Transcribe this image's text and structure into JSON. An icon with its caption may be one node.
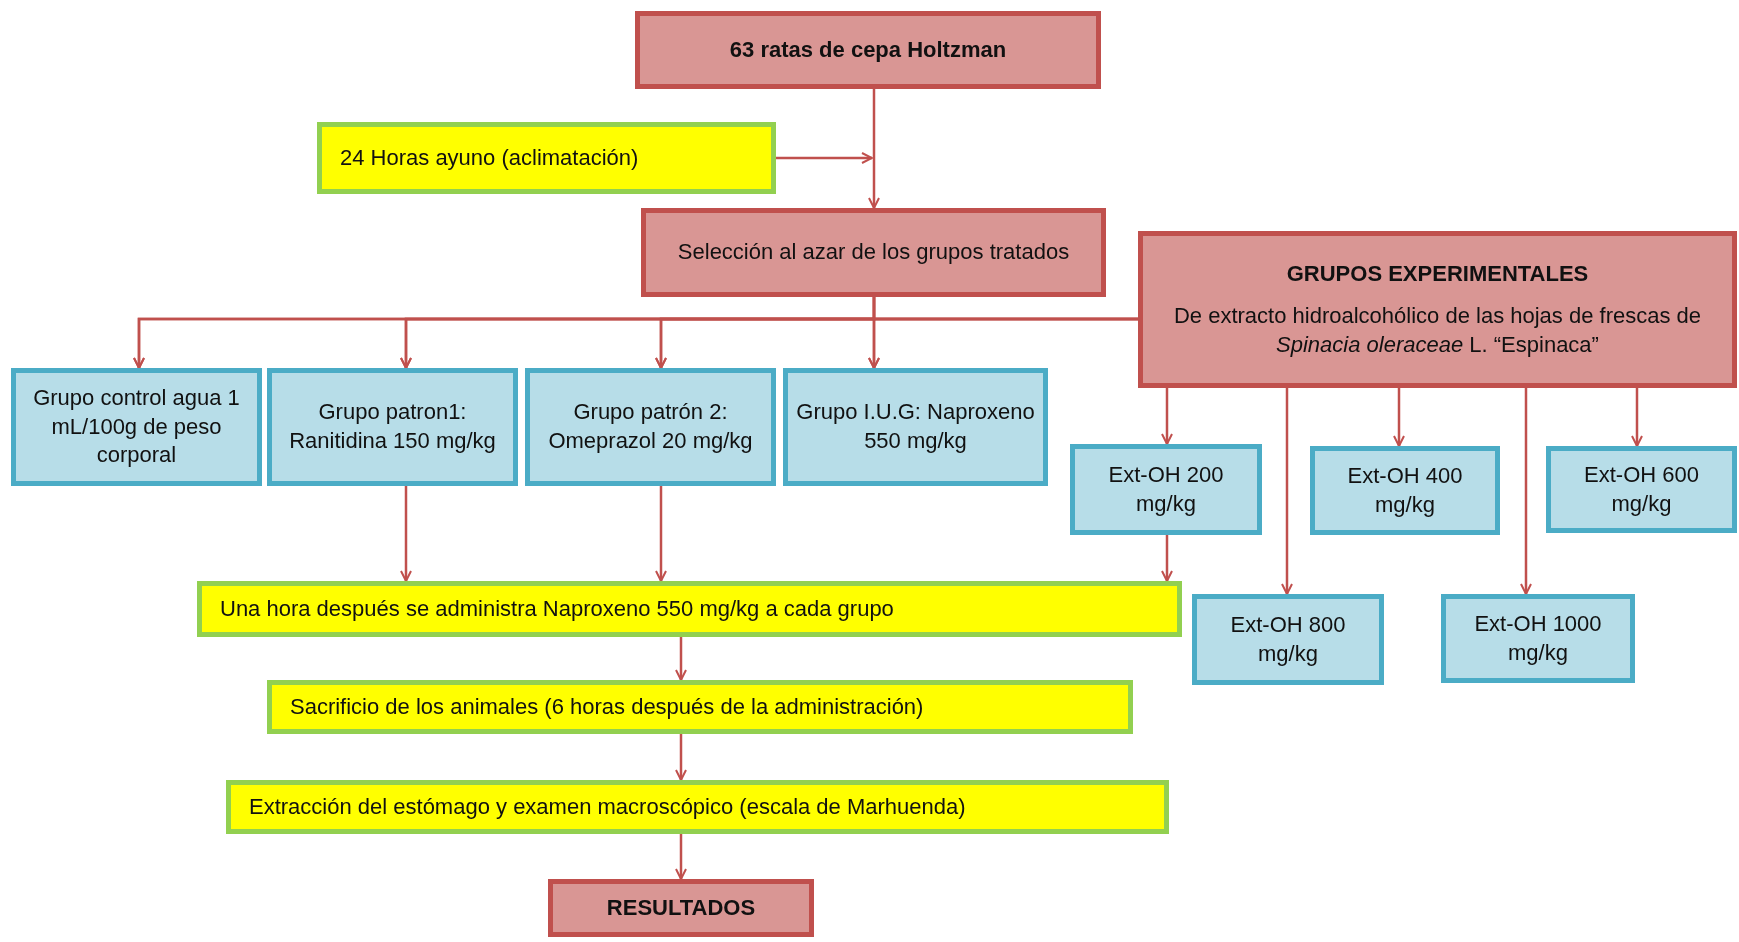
{
  "diagram": {
    "nodes": [
      {
        "text": [
          "63 ratas de cepa Holtzman"
        ]
      },
      {
        "text": [
          "24 Horas ayuno (aclimatación)"
        ]
      },
      {
        "text": [
          "Selección al azar de los grupos tratados"
        ]
      },
      {
        "text": [
          "GRUPOS EXPERIMENTALES",
          "De extracto hidroalcohólico de las hojas de frescas de *Spinacia oleraceae* L. “Espinaca”"
        ]
      },
      {
        "text": [
          "Grupo control agua 1 mL/100g de peso corporal"
        ]
      },
      {
        "text": [
          "Grupo patron1: Ranitidina 150 mg/kg"
        ]
      },
      {
        "text": [
          "Grupo patrón 2: Omeprazol 20 mg/kg"
        ]
      },
      {
        "text": [
          "Grupo I.U.G: Naproxeno 550 mg/kg"
        ]
      },
      {
        "text": [
          "Ext-OH 200 mg/kg"
        ]
      },
      {
        "text": [
          "Ext-OH 400 mg/kg"
        ]
      },
      {
        "text": [
          "Ext-OH 600 mg/kg"
        ]
      },
      {
        "text": [
          "Una hora después se administra Naproxeno 550 mg/kg a cada grupo"
        ]
      },
      {
        "text": [
          "Ext-OH 800 mg/kg"
        ]
      },
      {
        "text": [
          "Ext-OH 1000 mg/kg"
        ]
      },
      {
        "text": [
          "Sacrificio de los animales (6 horas después de la administración)"
        ]
      },
      {
        "text": [
          "Extracción del estómago y examen macroscópico (escala de Marhuenda)"
        ]
      },
      {
        "text": [
          "RESULTADOS"
        ]
      }
    ],
    "edges": [
      {
        "from": 0,
        "to": 2,
        "arrow": "to"
      },
      {
        "from": 1,
        "to": null,
        "arrow": "to"
      },
      {
        "from": 2,
        "to": 4,
        "arrow": "to"
      },
      {
        "from": 2,
        "to": 5,
        "arrow": "to"
      },
      {
        "from": 2,
        "to": 6,
        "arrow": "to"
      },
      {
        "from": 2,
        "to": 7,
        "arrow": "to"
      },
      {
        "from": 3,
        "to": 4,
        "arrow": "to"
      },
      {
        "from": 3,
        "to": 5,
        "arrow": "to"
      },
      {
        "from": 3,
        "to": 6,
        "arrow": "to"
      },
      {
        "from": 3,
        "to": 7,
        "arrow": "to"
      },
      {
        "from": 3,
        "to": 8,
        "arrow": "to"
      },
      {
        "from": 3,
        "to": 12,
        "arrow": "to"
      },
      {
        "from": 3,
        "to": 9,
        "arrow": "to"
      },
      {
        "from": 3,
        "to": 13,
        "arrow": "to"
      },
      {
        "from": 3,
        "to": 10,
        "arrow": "to"
      },
      {
        "from": 5,
        "to": 11,
        "arrow": "to"
      },
      {
        "from": 6,
        "to": 11,
        "arrow": "to"
      },
      {
        "from": 8,
        "to": 11,
        "arrow": "to"
      },
      {
        "from": 11,
        "to": 14,
        "arrow": "to"
      },
      {
        "from": 14,
        "to": 15,
        "arrow": "to"
      },
      {
        "from": 15,
        "to": 16,
        "arrow": "to"
      }
    ]
  }
}
